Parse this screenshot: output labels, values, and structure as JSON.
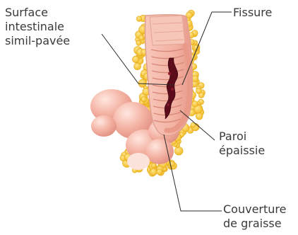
{
  "labels": {
    "surface": [
      "Surface",
      "intestinale",
      "simil-pavée"
    ],
    "fissure": [
      "Fissure"
    ],
    "paroi": [
      "Paroi",
      "épaissie"
    ],
    "couverture": [
      "Couverture",
      "de graisse"
    ]
  },
  "colors": {
    "fat": "#F6C93A",
    "fat_shadow": "#E6AE1E",
    "wall": "#F3B7A8",
    "mucosa": "#EEA69A",
    "fissure": "#6A0E1E",
    "leader": "#2b2b2b",
    "text": "#3a3a3a"
  }
}
